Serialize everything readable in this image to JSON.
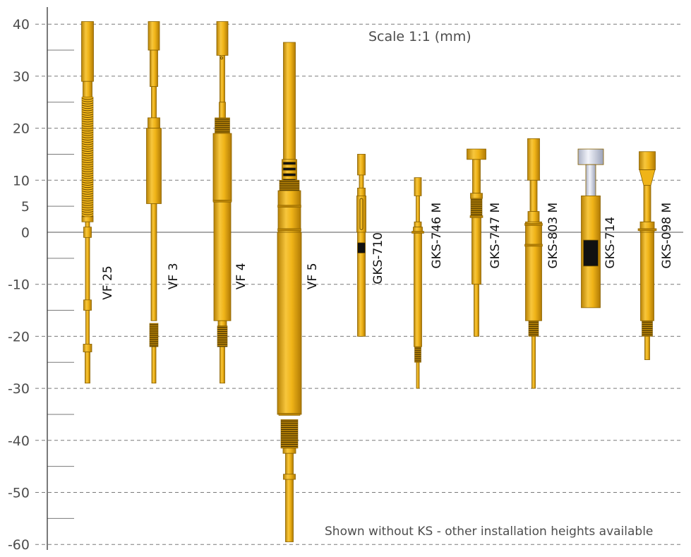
{
  "scale_label": "Scale 1:1 (mm)",
  "footnote": "Shown without KS - other installation heights available",
  "colors": {
    "body": "#f0b418",
    "body_light": "#f9cc48",
    "body_dark": "#b78206",
    "outline": "#8a6200",
    "black_band": "#111111",
    "plunger_silver": "#dfe3ef",
    "grid": "#7a7a7a",
    "axis": "#333333"
  },
  "axis": {
    "range": [
      -60,
      40
    ],
    "ticks": [
      {
        "value": 40,
        "label": "40"
      },
      {
        "value": 30,
        "label": "30"
      },
      {
        "value": 20,
        "label": "20"
      },
      {
        "value": 10,
        "label": "10"
      },
      {
        "value": 5,
        "label": "5"
      },
      {
        "value": 0,
        "label": "0"
      },
      {
        "value": -10,
        "label": "-10"
      },
      {
        "value": -20,
        "label": "-20"
      },
      {
        "value": -30,
        "label": "-30"
      },
      {
        "value": -40,
        "label": "-40"
      },
      {
        "value": -50,
        "label": "-50"
      },
      {
        "value": -60,
        "label": "-60"
      }
    ]
  },
  "probes": [
    {
      "name": "VF 25",
      "top_mm": 40.5,
      "bottom_mm": -29
    },
    {
      "name": "VF 3",
      "top_mm": 40.5,
      "bottom_mm": -29
    },
    {
      "name": "VF 4",
      "top_mm": 40.5,
      "bottom_mm": -29
    },
    {
      "name": "VF 5",
      "top_mm": 36.5,
      "bottom_mm": -59.5
    },
    {
      "name": "GKS-710",
      "top_mm": 15,
      "bottom_mm": -20
    },
    {
      "name": "GKS-746 M",
      "top_mm": 10.5,
      "bottom_mm": -30
    },
    {
      "name": "GKS-747 M",
      "top_mm": 16,
      "bottom_mm": -20
    },
    {
      "name": "GKS-803 M",
      "top_mm": 18,
      "bottom_mm": -30
    },
    {
      "name": "GKS-714",
      "top_mm": 16,
      "bottom_mm": -14.5
    },
    {
      "name": "GKS-098 M",
      "top_mm": 15.5,
      "bottom_mm": -24.5
    }
  ]
}
